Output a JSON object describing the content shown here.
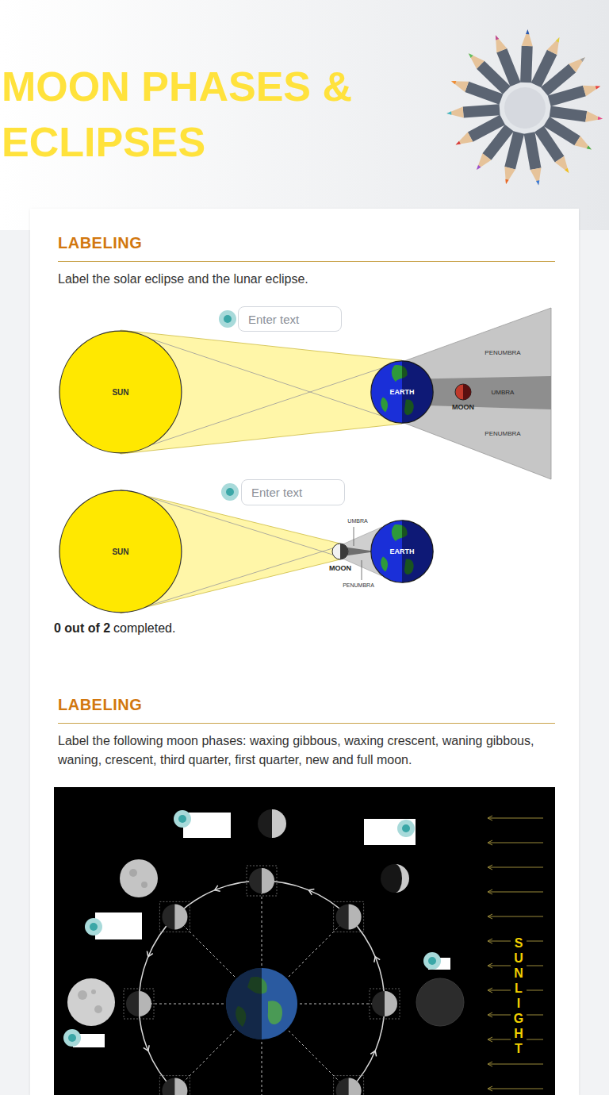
{
  "diagram": {
    "title": "MOON PHASES & ECLIPSES",
    "nodes": [
      {
        "text": [
          "Enter text"
        ]
      },
      {
        "text": [
          "SUN"
        ]
      },
      {
        "text": [
          "EARTH"
        ]
      },
      {
        "text": [
          "Enter text"
        ]
      },
      {
        "text": [
          "SUN"
        ]
      },
      {
        "text": [
          "EARTH"
        ]
      }
    ],
    "labels": [
      "LABELING",
      "Label the solar eclipse and the lunar eclipse.",
      "PENUMBRA",
      "UMBRA",
      "MOON",
      "PENUMBRA",
      "UMBRA",
      "MOON",
      "PENUMBRA",
      "0 out of 2",
      "completed.",
      "LABELING",
      "Label the following moon phases: waxing gibbous, waxing crescent, waning gibbous, waning, crescent, third quarter, first quarter, new and full moon.",
      "SUNLIGHT"
    ]
  }
}
